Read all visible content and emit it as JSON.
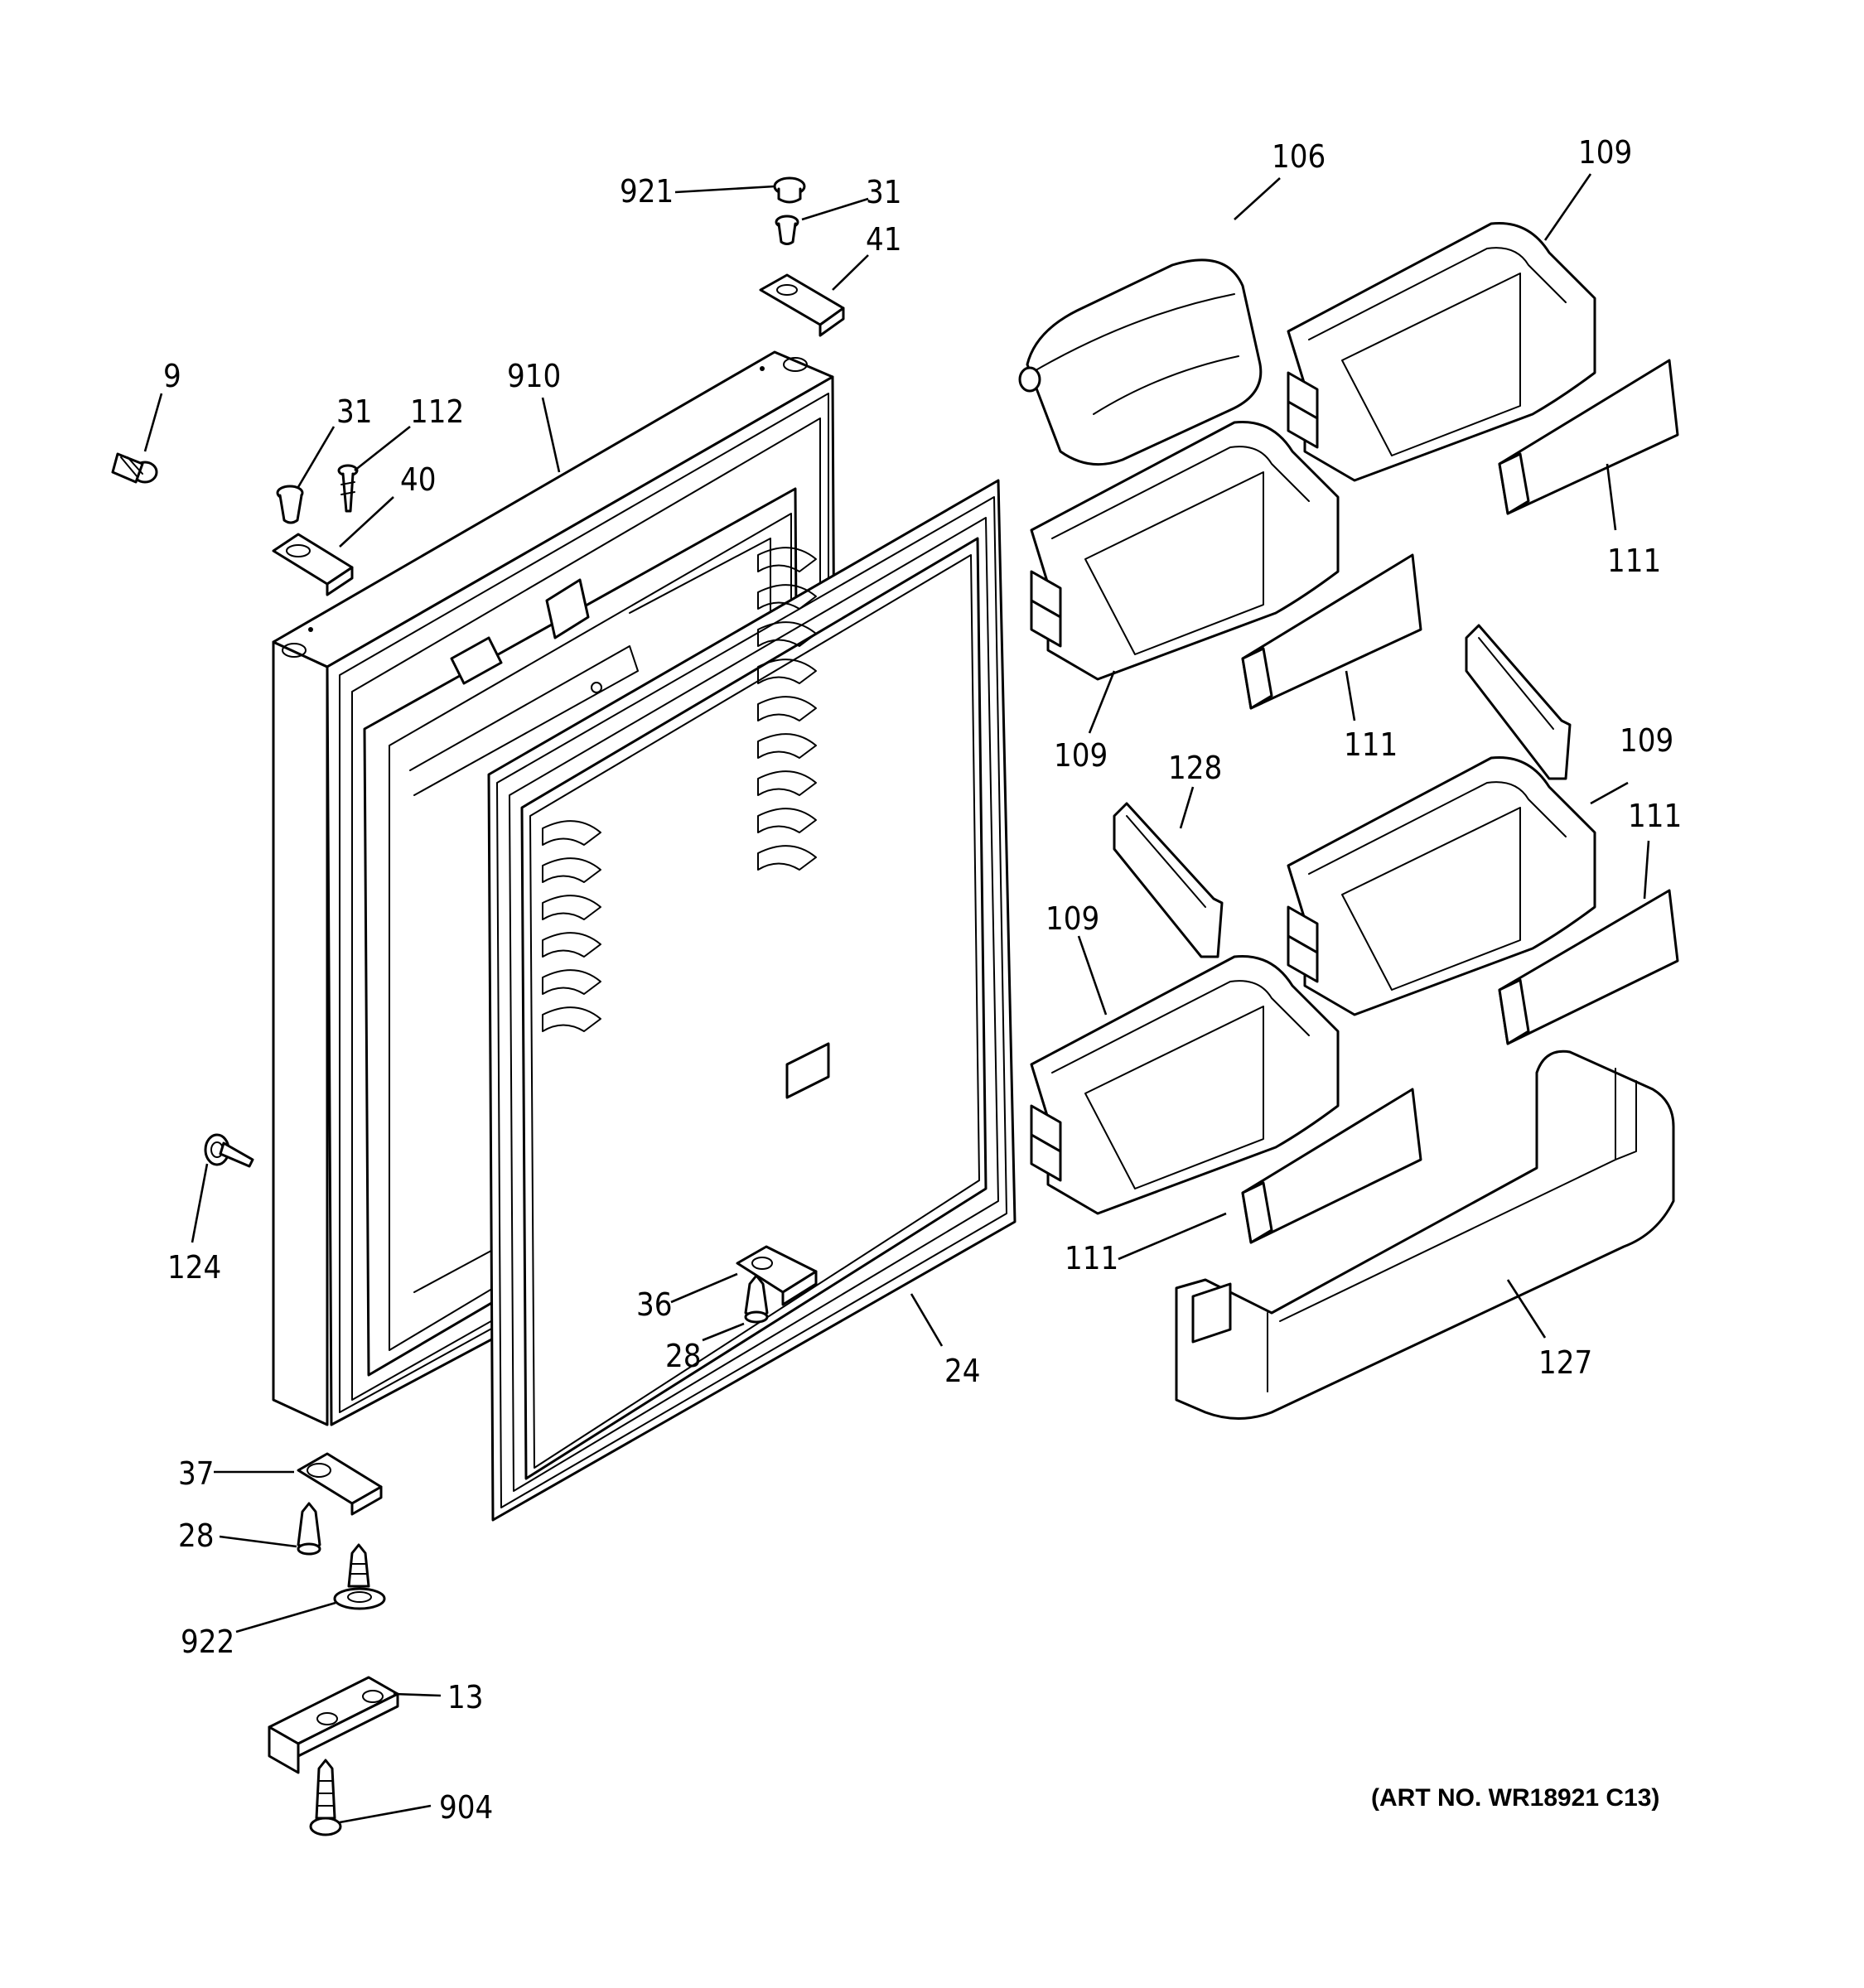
{
  "colors": {
    "line": "#000000",
    "background": "#ffffff"
  },
  "callouts": {
    "c921": "921",
    "c31_top": "31",
    "c41": "41",
    "c9": "9",
    "c31_left": "31",
    "c112": "112",
    "c910": "910",
    "c40": "40",
    "c106": "106",
    "c109_top_right": "109",
    "c111_top_right": "111",
    "c109_upper_left": "109",
    "c111_upper_mid": "111",
    "c128": "128",
    "c109_mid_right": "109",
    "c111_mid_right": "111",
    "c109_lower_left": "109",
    "c111_lower": "111",
    "c127": "127",
    "c124": "124",
    "c36": "36",
    "c28_mid": "28",
    "c24": "24",
    "c37": "37",
    "c28_low": "28",
    "c922": "922",
    "c13": "13",
    "c904": "904"
  },
  "art_number": "(ART NO. WR18921 C13)"
}
